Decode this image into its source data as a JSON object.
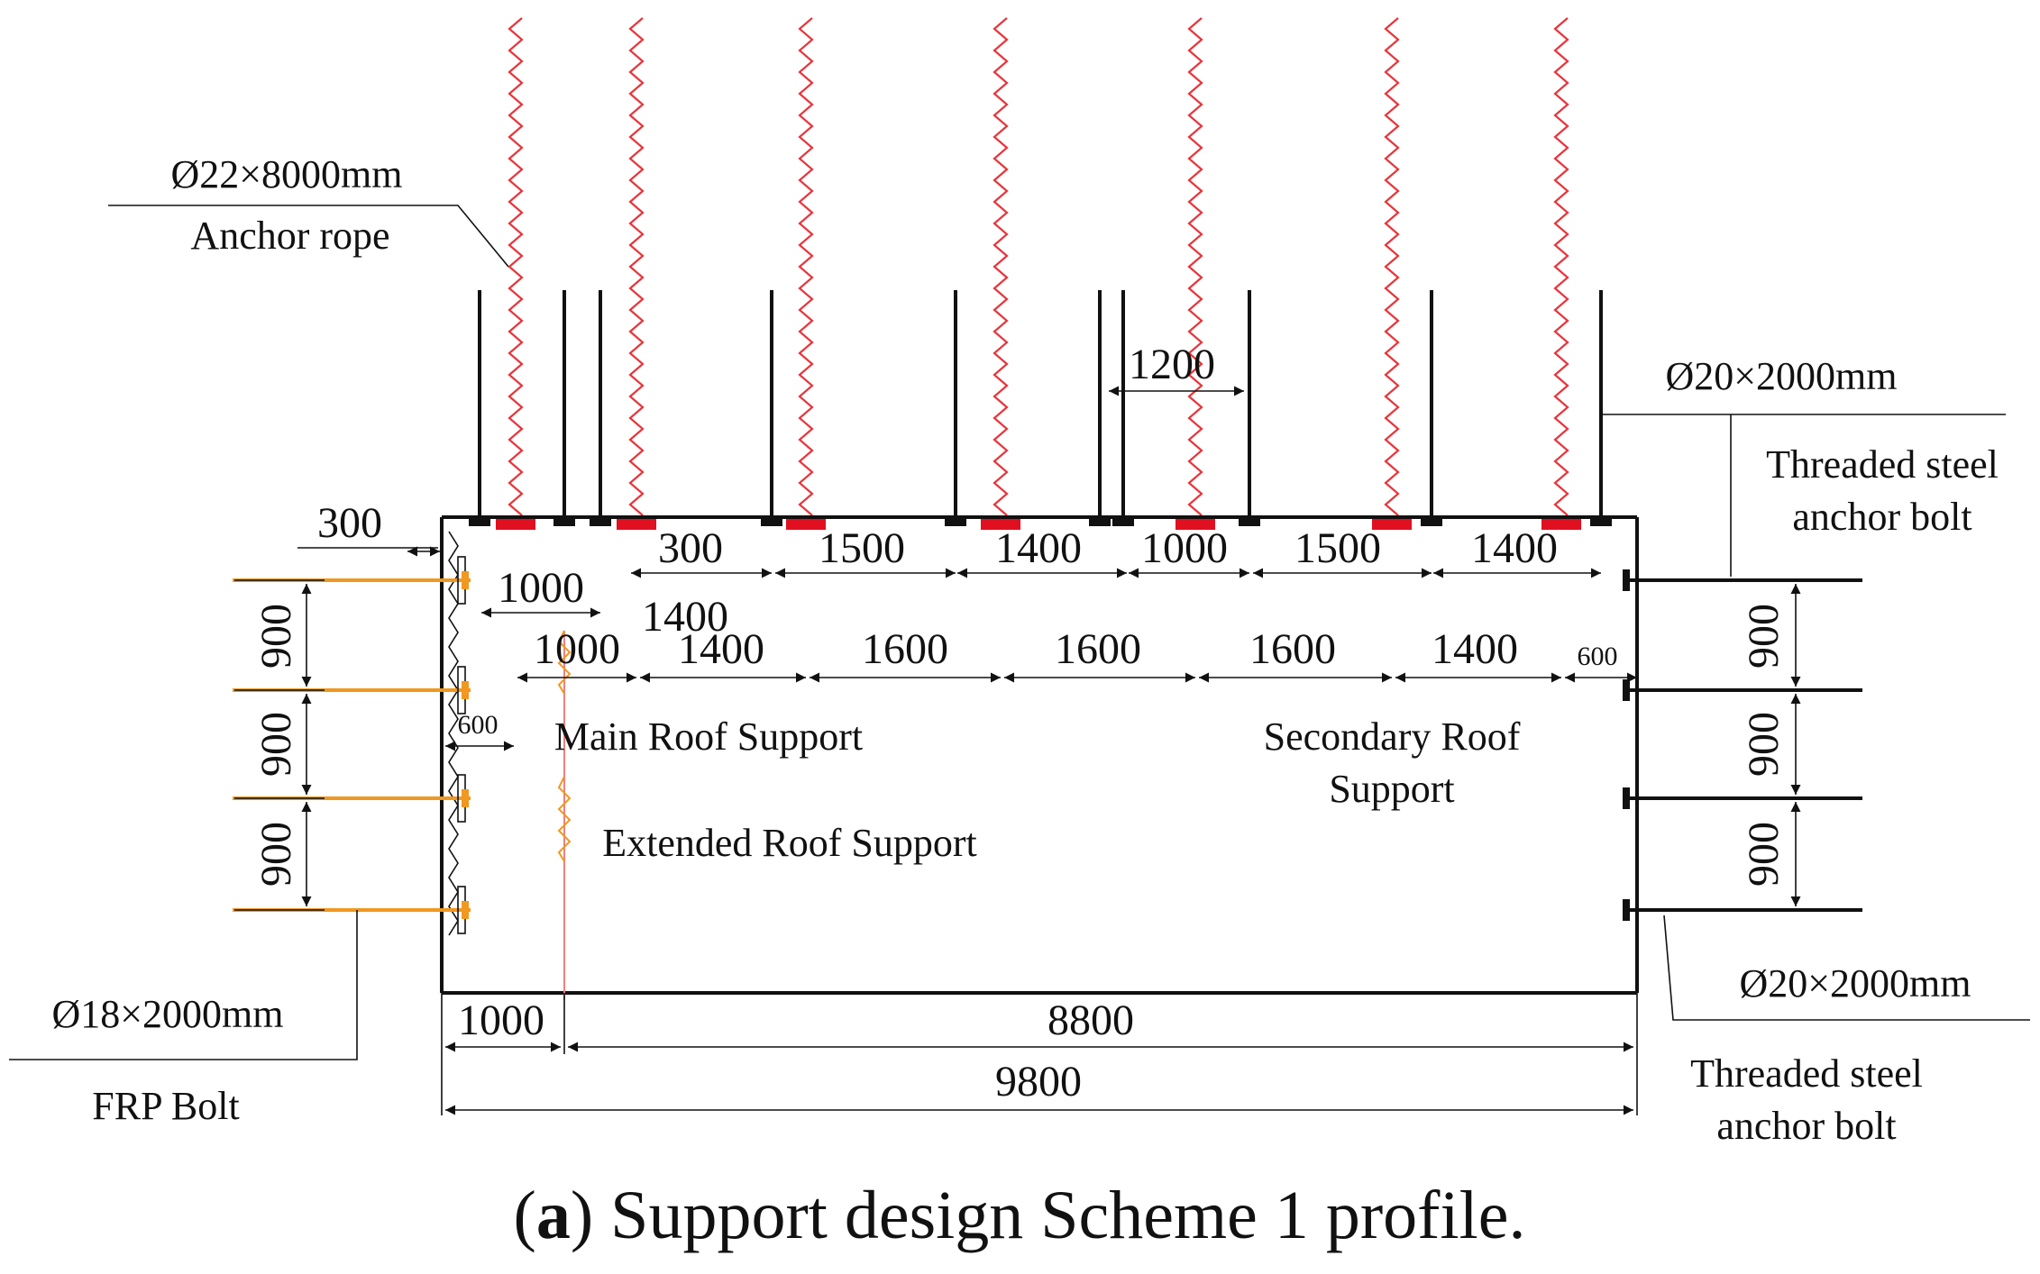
{
  "colors": {
    "line": "#111111",
    "anchor_rope": "#e8343a",
    "bearing_plate": "#e01020",
    "frp_bolt": "#f0981f",
    "background": "#ffffff"
  },
  "labels": {
    "anchor_rope_spec": "Ø22×8000mm",
    "anchor_rope_name": "Anchor rope",
    "roof_bolt_spec": "Ø20×2000mm",
    "roof_bolt_name_line1": "Threaded steel",
    "roof_bolt_name_line2": "anchor bolt",
    "rib_bolt_spec": "Ø20×2000mm",
    "rib_bolt_name_line1": "Threaded steel",
    "rib_bolt_name_line2": "anchor bolt",
    "frp_bolt_spec": "Ø18×2000mm",
    "frp_bolt_name": "FRP Bolt",
    "main_roof_support": "Main Roof Support",
    "secondary_roof_support_line1": "Secondary Roof",
    "secondary_roof_support_line2": "Support",
    "extended_roof_support": "Extended Roof Support"
  },
  "dimensions": {
    "top_spacing_1200": "1200",
    "left_offset_300": "300",
    "row1_300": "300",
    "row1_1500a": "1500",
    "row1_1400a": "1400",
    "row1_1000": "1000",
    "row1_1500b": "1500",
    "row1_1400b": "1400",
    "row2_1000": "1000",
    "row2_1400_upper": "1400",
    "row3_1000": "1000",
    "row3_1400": "1400",
    "row3_1600a": "1600",
    "row3_1600b": "1600",
    "row3_1600c": "1600",
    "row3_1400b": "1400",
    "row3_600": "600",
    "left_600": "600",
    "left_900a": "900",
    "left_900b": "900",
    "left_900c": "900",
    "right_900a": "900",
    "right_900b": "900",
    "right_900c": "900",
    "bottom_1000": "1000",
    "bottom_8800": "8800",
    "bottom_9800": "9800"
  },
  "caption": {
    "letter": "a",
    "text": " Support design Scheme 1 profile."
  }
}
